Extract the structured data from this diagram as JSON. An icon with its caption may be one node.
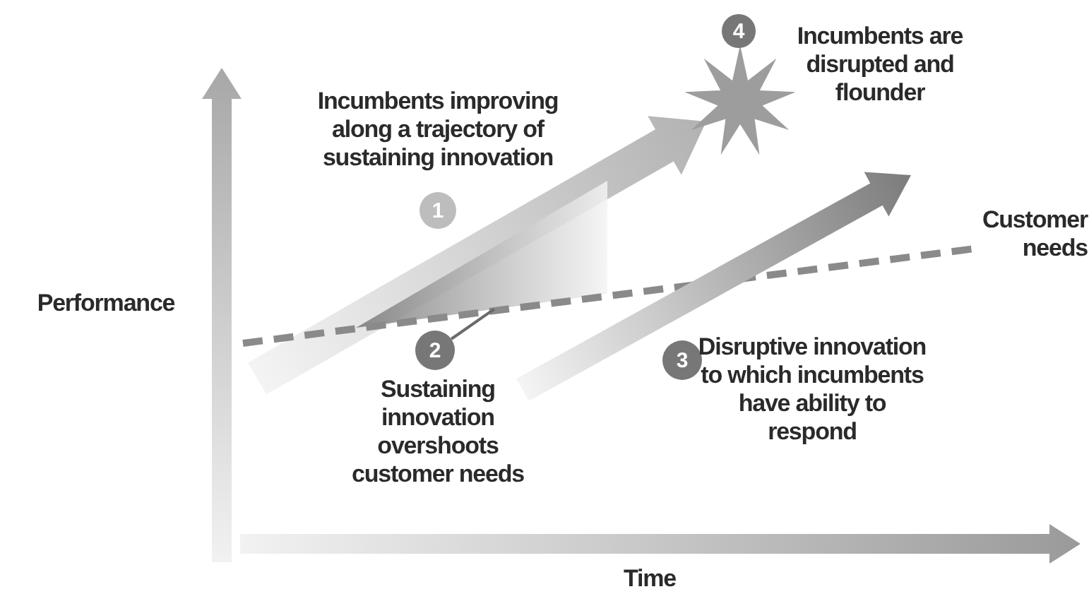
{
  "diagram": {
    "nodes": [
      {
        "text": [
          "4"
        ],
        "beside": [
          "Incumbents are disrupted and flounder"
        ]
      },
      {
        "text": [
          "1"
        ],
        "beside": [
          "Incumbents improving along a trajectory of sustaining innovation"
        ]
      },
      {
        "text": [],
        "shape": "wedge"
      },
      {
        "text": [
          "2"
        ],
        "beside": [
          "Sustaining innovation overshoots customer needs"
        ]
      },
      {
        "text": [
          "3"
        ],
        "beside": [
          "Disruptive innovation to which incumbents have ability to respond"
        ]
      }
    ],
    "edges": [
      {
        "from": 3,
        "to": 2,
        "arrow": "none"
      }
    ],
    "labels": [
      "Customer needs",
      "Performance",
      "Time"
    ]
  }
}
